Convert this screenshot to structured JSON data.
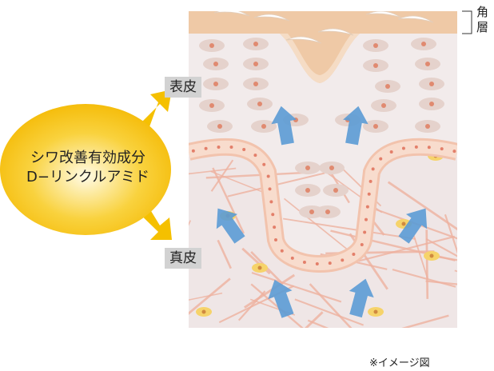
{
  "ingredient": {
    "line1": "シワ改善有効成分",
    "line2": "D−リンクルアミド"
  },
  "labels": {
    "epidermis": "表皮",
    "dermis": "真皮",
    "stratum_corneum": "角層"
  },
  "note": "※イメージ図",
  "colors": {
    "ellipse": "#f7c21a",
    "arrow_yellow": "#f5c000",
    "arrow_blue": "#5b9bd5",
    "skin_bg": "#f1eaea",
    "horny": "#efc9a6",
    "membrane": "#f2c3ad",
    "fiber": "#eeb2a0"
  }
}
